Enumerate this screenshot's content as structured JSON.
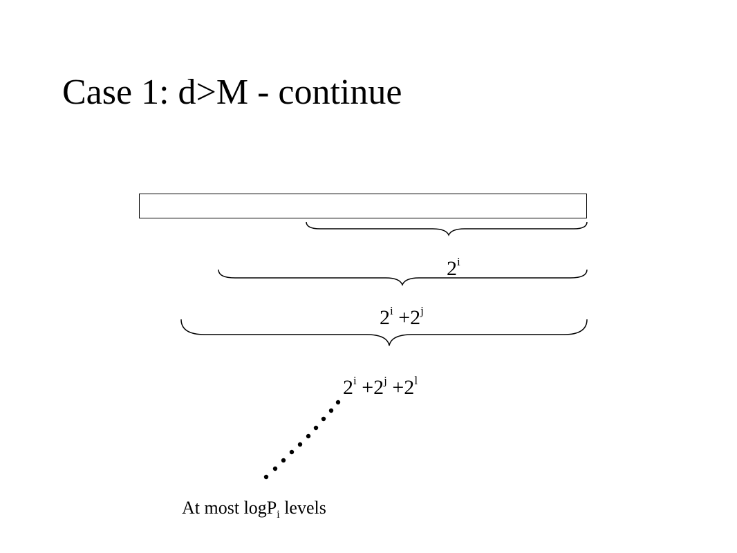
{
  "title": "Case 1: d>M - continue",
  "labels": {
    "l1": {
      "base": "2",
      "exp": "i"
    },
    "l2": {
      "a_base": "2",
      "a_exp": "i",
      "b_base": " +2",
      "b_exp": "j"
    },
    "l3": {
      "a_base": "2",
      "a_exp": "i",
      "b_base": " +2",
      "b_exp": "j",
      "c_base": " +2",
      "c_exp": "l"
    }
  },
  "footer": {
    "prefix": "At most logP",
    "sub": "i",
    "suffix": " levels"
  }
}
